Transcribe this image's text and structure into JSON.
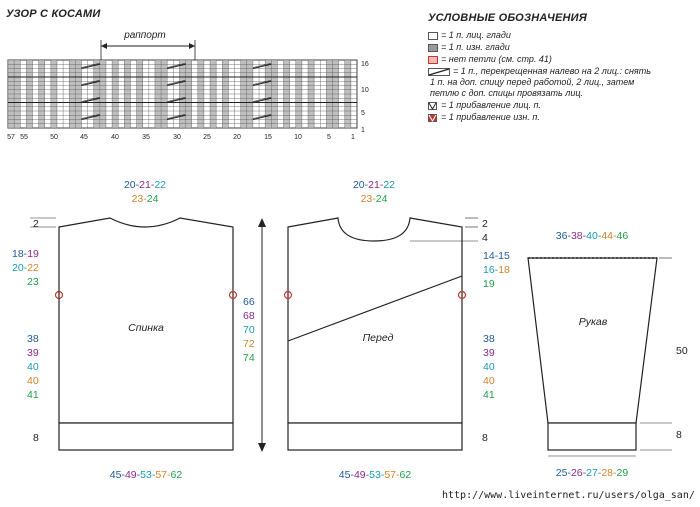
{
  "chart_title": "УЗОР С КОСАМИ",
  "rapport_label": "раппорт",
  "legend": {
    "title": "УСЛОВНЫЕ ОБОЗНАЧЕНИЯ",
    "items": [
      {
        "icon": "knit-square-icon",
        "lines": [
          "= 1 п. лиц. глади"
        ]
      },
      {
        "icon": "purl-square-icon",
        "lines": [
          "= 1 п. изн. глади"
        ]
      },
      {
        "icon": "no-stitch-icon",
        "lines": [
          "= нет петли (см. стр. 41)"
        ]
      },
      {
        "icon": "cable-cross-icon",
        "lines": [
          "= 1 п., перекрещенная налево на 2 лиц.: снять",
          "1 п. на доп. спицу перед работой, 2 лиц., затем",
          "петлю с доп. спицы провязать лиц."
        ]
      },
      {
        "icon": "increase-knit-icon",
        "lines": [
          "= 1 прибавление лиц. п."
        ]
      },
      {
        "icon": "increase-purl-icon",
        "lines": [
          "= 1 прибавление изн. п."
        ]
      }
    ]
  },
  "row_numbers": [
    "16",
    "10",
    "5",
    "1"
  ],
  "stitch_numbers": [
    "57",
    "55",
    "50",
    "45",
    "40",
    "35",
    "30",
    "25",
    "20",
    "15",
    "10",
    "5",
    "1"
  ],
  "back": {
    "label": "Спинка",
    "neck_top": [
      "20-",
      "21-",
      "22"
    ],
    "neck_bottom": [
      "23-",
      "24"
    ],
    "shoulder": "2",
    "left_top": [
      "18-",
      "19",
      "20-",
      "22",
      "23"
    ],
    "left_mid": [
      "38",
      "39",
      "40",
      "40",
      "41"
    ],
    "rib": "8",
    "bottom": [
      "45-",
      "49-",
      "53-",
      "57-",
      "62"
    ],
    "length": [
      "66",
      "68",
      "70",
      "72",
      "74"
    ]
  },
  "front": {
    "label": "Перед",
    "neck_top": [
      "20-",
      "21-",
      "22"
    ],
    "neck_bottom": [
      "23-",
      "24"
    ],
    "shoulder": "2",
    "neck_depth": "4",
    "right_top": [
      "14-15",
      "16-",
      "18",
      "19"
    ],
    "right_mid": [
      "38",
      "39",
      "40",
      "40",
      "41"
    ],
    "rib": "8",
    "bottom": [
      "45-",
      "49-",
      "53-",
      "57-",
      "62"
    ]
  },
  "sleeve": {
    "label": "Рукав",
    "top": [
      "36-",
      "38-",
      "40-",
      "44-",
      "46"
    ],
    "height": "50",
    "cuff": "8",
    "bottom": [
      "25-",
      "26-",
      "27-",
      "28-",
      "29"
    ]
  },
  "size_colors": [
    "#1f5b9a",
    "#8b2a8b",
    "#1a9bb0",
    "#d4822a",
    "#23a04a"
  ],
  "watermark": "http://www.liveinternet.ru/users/olga_san/"
}
